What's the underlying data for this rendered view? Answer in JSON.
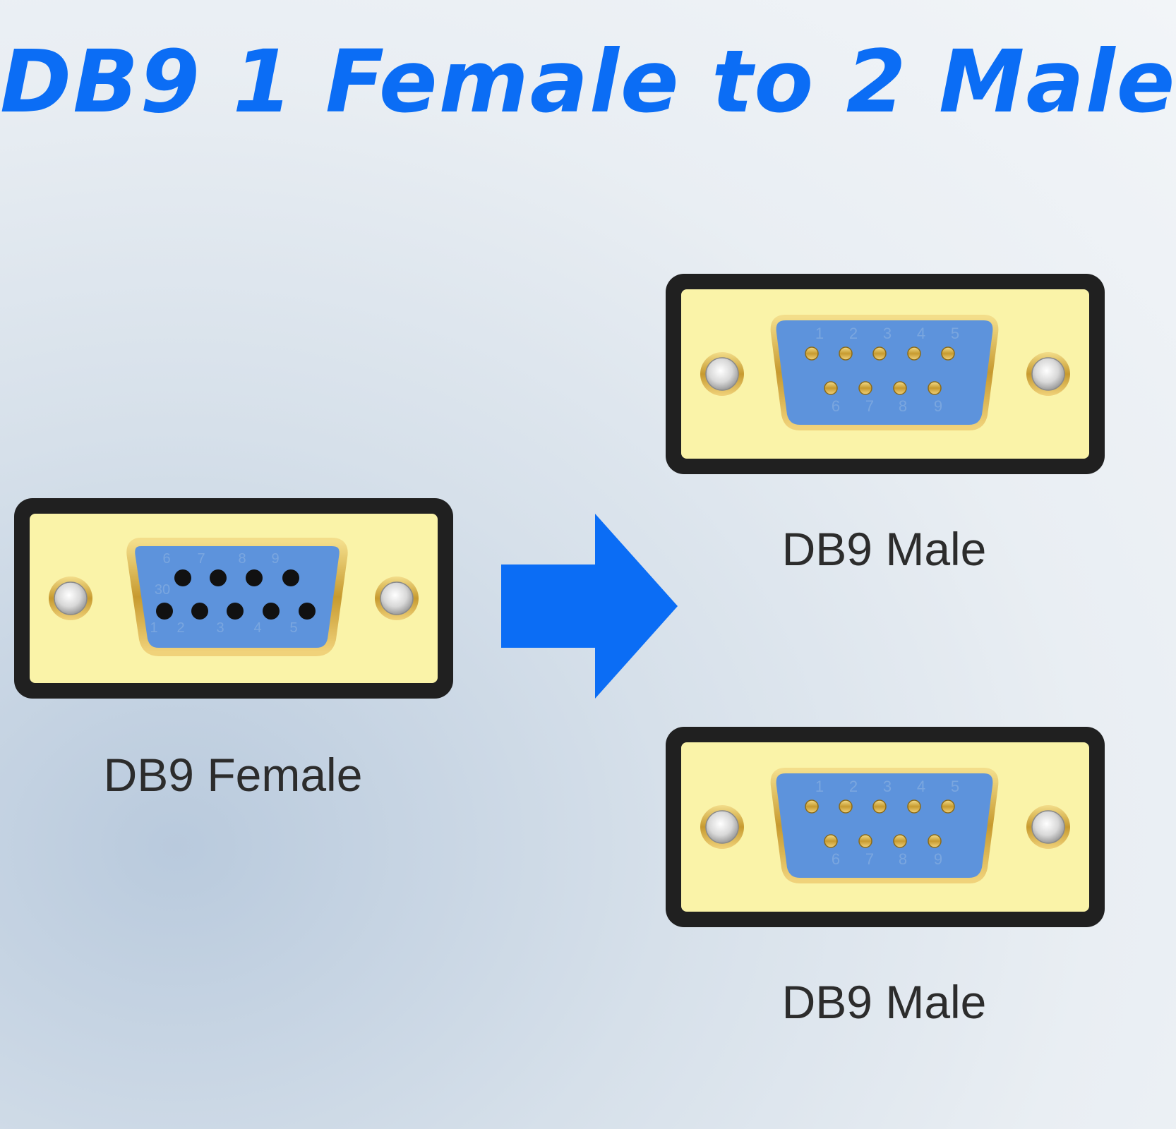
{
  "title": "DB9 1 Female to 2 Male",
  "colors": {
    "title": "#0b6df5",
    "arrow": "#0b6df5",
    "frame": "#202020",
    "plate": "#faf3a8",
    "shell": "#5d93dc",
    "gold": "#d6ad45",
    "label": "#2c2c2c"
  },
  "female": {
    "label": "DB9 Female",
    "pins_top": [
      "6",
      "7",
      "8",
      "9"
    ],
    "pins_bottom": [
      "1",
      "2",
      "3",
      "4",
      "5"
    ],
    "mark": "30"
  },
  "male_top": {
    "label": "DB9 Male",
    "pins_top": [
      "1",
      "2",
      "3",
      "4",
      "5"
    ],
    "pins_bottom": [
      "6",
      "7",
      "8",
      "9"
    ]
  },
  "male_bottom": {
    "label": "DB9 Male",
    "pins_top": [
      "1",
      "2",
      "3",
      "4",
      "5"
    ],
    "pins_bottom": [
      "6",
      "7",
      "8",
      "9"
    ]
  },
  "icons": {
    "arrow": "right-arrow-icon",
    "screw": "screw-icon"
  }
}
